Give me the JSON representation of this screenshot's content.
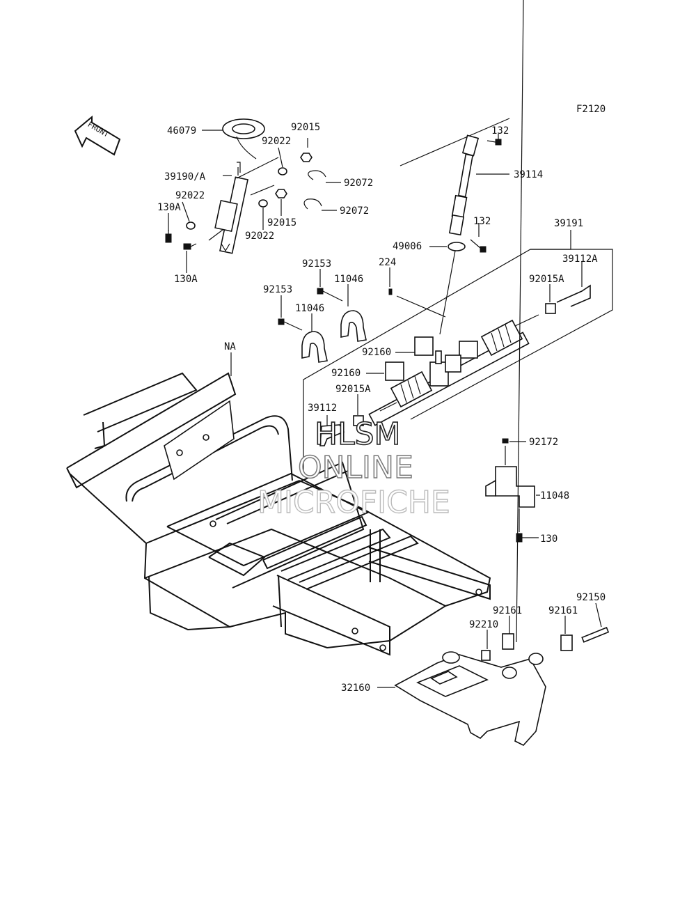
{
  "figure_code": "F2120",
  "front_arrow": {
    "label": "FRONT",
    "icon": "front-direction-arrow-icon"
  },
  "labels": {
    "p46079": "46079",
    "p92015_top": "92015",
    "p92022_top": "92022",
    "p39190": "39190/A",
    "p92072_a": "92072",
    "p92022_mid": "92022",
    "p130A_top": "130A",
    "p92072_b": "92072",
    "p92015_mid": "92015",
    "p92022_low": "92022",
    "p130A_low": "130A",
    "p132_top": "132",
    "p39114": "39114",
    "p132_low": "132",
    "p49006": "49006",
    "p39191": "39191",
    "p39112A": "39112A",
    "p224": "224",
    "p92153_a": "92153",
    "p11046_a": "11046",
    "p92015A_r": "92015A",
    "p92153_b": "92153",
    "p11046_b": "11046",
    "pNA": "NA",
    "p92160_a": "92160",
    "p92160_b": "92160",
    "p92015A_l": "92015A",
    "p39112": "39112",
    "p92172": "92172",
    "p11048": "11048",
    "p130": "130",
    "p92150": "92150",
    "p92161_a": "92161",
    "p92161_b": "92161",
    "p92210": "92210",
    "p32160": "32160"
  },
  "watermark": {
    "line1": "HLSM",
    "line2": "ONLINE",
    "line3": "MICROFICHE"
  }
}
